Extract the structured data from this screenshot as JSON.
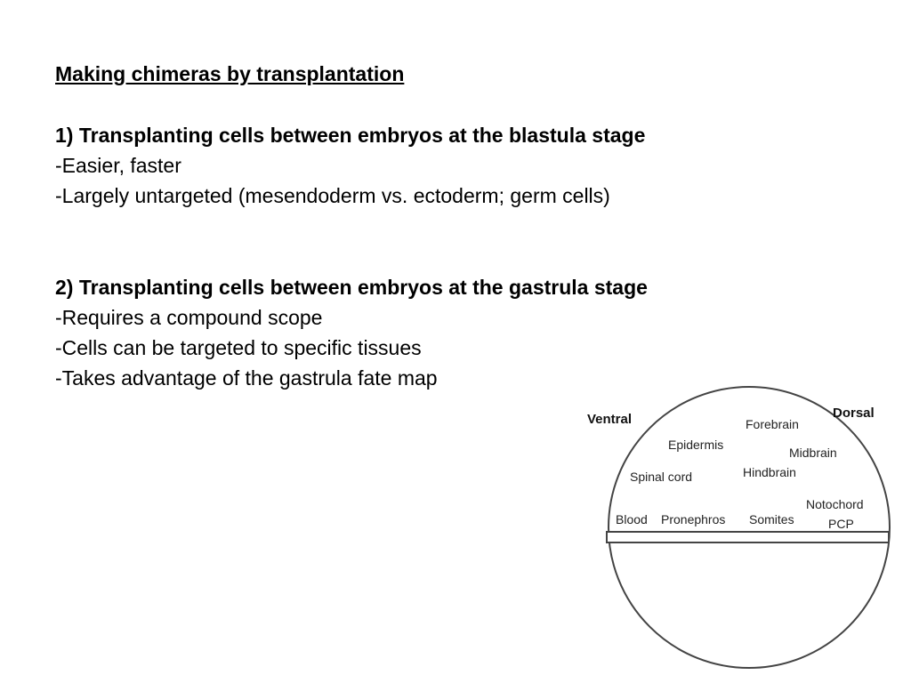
{
  "slide": {
    "title": "Making chimeras by transplantation",
    "sections": [
      {
        "heading": "1) Transplanting cells between embryos at the blastula stage",
        "bullets": [
          "-Easier, faster",
          "-Largely untargeted (mesendoderm vs. ectoderm; germ cells)"
        ]
      },
      {
        "heading": "2) Transplanting cells between embryos at the gastrula stage",
        "bullets": [
          "-Requires a compound scope",
          "-Cells can be targeted to specific tissues",
          "-Takes advantage of the gastrula fate map"
        ]
      }
    ]
  },
  "fate_map": {
    "side_labels": {
      "ventral": "Ventral",
      "dorsal": "Dorsal"
    },
    "regions": {
      "forebrain": "Forebrain",
      "epidermis": "Epidermis",
      "midbrain": "Midbrain",
      "spinal_cord": "Spinal cord",
      "hindbrain": "Hindbrain",
      "notochord": "Notochord",
      "blood": "Blood",
      "pronephros": "Pronephros",
      "somites": "Somites",
      "pcp": "PCP"
    }
  }
}
